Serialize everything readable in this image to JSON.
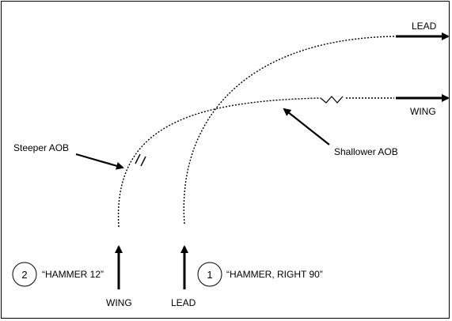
{
  "labels": {
    "lead_end": "LEAD",
    "wing_end": "WING",
    "steeper": "Steeper AOB",
    "shallower": "Shallower AOB",
    "wing_start": "WING",
    "lead_start": "LEAD"
  },
  "steps": [
    {
      "number": "1",
      "call": "“HAMMER, RIGHT 90”"
    },
    {
      "number": "2",
      "call": "“HAMMER 12”"
    }
  ],
  "colors": {
    "ink": "#000000",
    "background": "#ffffff"
  }
}
